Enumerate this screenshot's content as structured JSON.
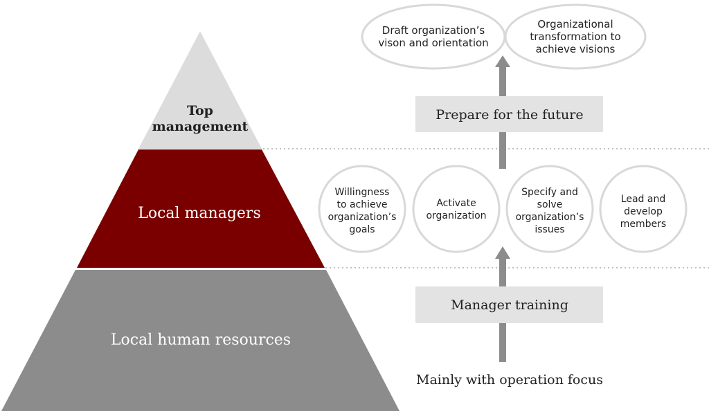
{
  "pyramid": {
    "top": {
      "line1": "Top",
      "line2": "management"
    },
    "middle": "Local managers",
    "bottom": "Local human resources"
  },
  "future": {
    "ellipses": [
      {
        "lines": [
          "Draft organization’s",
          "vison and orientation"
        ]
      },
      {
        "lines": [
          "Organizational",
          "transformation to",
          "achieve visions"
        ]
      }
    ],
    "label": "Prepare for the future"
  },
  "managers": {
    "circles": [
      {
        "lines": [
          "Willingness",
          "to achieve",
          "organization’s",
          "goals"
        ]
      },
      {
        "lines": [
          "Activate",
          "organization"
        ]
      },
      {
        "lines": [
          "Specify and",
          "solve",
          "organization’s",
          "issues"
        ]
      },
      {
        "lines": [
          "Lead and",
          "develop",
          "members"
        ]
      }
    ],
    "label": "Manager training"
  },
  "base_label": "Mainly with operation focus",
  "colors": {
    "top_tier": "#dcdcdc",
    "middle_tier": "#7a0000",
    "bottom_tier": "#8c8c8c",
    "arrow": "#8c8c8c",
    "label_box": "#e3e3e3",
    "outline": "#d8d8d8",
    "text_dark": "#222222"
  }
}
